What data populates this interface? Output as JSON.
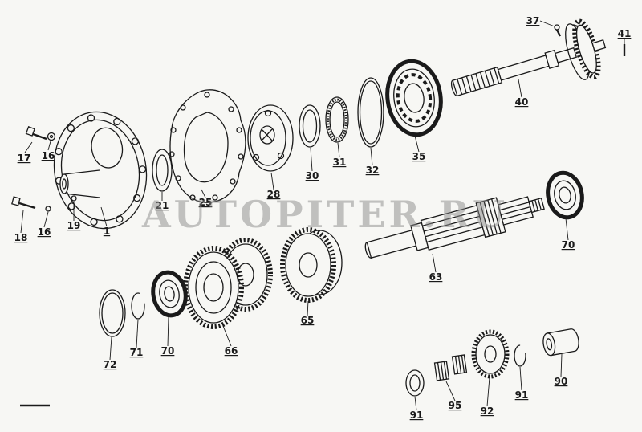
{
  "watermark": {
    "text": "AUTOPITER.RU"
  },
  "labels": {
    "l17": "17",
    "l16a": "16",
    "l18": "18",
    "l16b": "16",
    "l19": "19",
    "l1": "1",
    "l21": "21",
    "l25": "25",
    "l28": "28",
    "l30": "30",
    "l31": "31",
    "l32": "32",
    "l35": "35",
    "l37": "37",
    "l41": "41",
    "l40": "40",
    "l70a": "70",
    "l63": "63",
    "l72": "72",
    "l71": "71",
    "l70b": "70",
    "l66": "66",
    "l65": "65",
    "l91a": "91",
    "l95": "95",
    "l92": "92",
    "l91b": "91",
    "l90": "90"
  },
  "colors": {
    "ink": "#1a1a1a",
    "paper": "#f7f7f4",
    "watermark": "#8a8a8a"
  }
}
